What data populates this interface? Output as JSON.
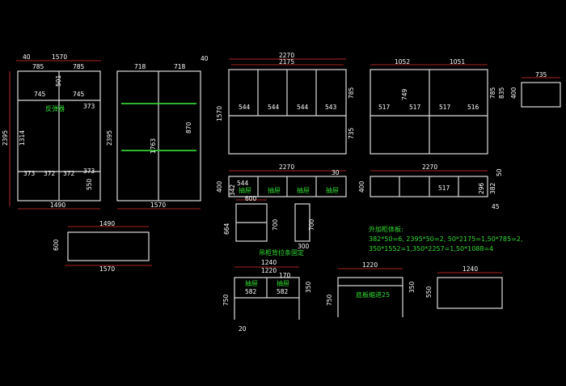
{
  "colors": {
    "background": "#000000",
    "outline": "#dcdcdc",
    "dimension_line": "#e03030",
    "annotation": "#33dd33",
    "text": "#ffffff"
  },
  "wardrobe_a": {
    "top_dims": [
      "40",
      "1570",
      "785",
      "785"
    ],
    "height": "2395",
    "inner": [
      "745",
      "501",
      "745",
      "373",
      "1314",
      "373",
      "372",
      "372",
      "373",
      "550"
    ],
    "label": "反弹器",
    "bottom": "1490"
  },
  "wardrobe_b": {
    "top_dims": [
      "718",
      "718",
      "40"
    ],
    "height": "2395",
    "inner": [
      "870",
      "1763"
    ],
    "bottom": "1570"
  },
  "upper_cabinet": {
    "top_dims": [
      "2270",
      "2175"
    ],
    "height": "1570",
    "right_dims": [
      "785",
      "735"
    ],
    "inner": [
      "544",
      "544",
      "544",
      "543"
    ]
  },
  "upper_cabinet_b": {
    "top_dims": [
      "1052",
      "1051"
    ],
    "right_dims": [
      "835",
      "785"
    ],
    "inner": [
      "517",
      "749",
      "517",
      "517",
      "516"
    ]
  },
  "small_box": {
    "top": "735",
    "right": "400"
  },
  "drawer_unit": {
    "top_dims": [
      "2270",
      "30"
    ],
    "left": [
      "400",
      "342",
      "544"
    ],
    "drawers": [
      "抽屉",
      "抽屉",
      "抽屉",
      "抽屉"
    ]
  },
  "drawer_unit_b": {
    "top": "2270",
    "left": "400",
    "inner": "517",
    "right": [
      "296",
      "382",
      "50",
      "45"
    ]
  },
  "side_views": {
    "a": [
      "600",
      "664",
      "700"
    ],
    "b": [
      "700",
      "300"
    ],
    "label": "吊柜背拉条固定"
  },
  "plan_view": {
    "top": "1490",
    "left": "600",
    "bottom": "1570"
  },
  "notes": {
    "title": "外加柜体板:",
    "line1": "382*50=6, 2395*50=2, 50*2175=1,50*785=2,",
    "line2": "350*1552=1,350*2257=1,50*1088=4"
  },
  "desk": {
    "top": [
      "1240",
      "1220"
    ],
    "top2": "170",
    "drawers": [
      "抽屉",
      "抽屉"
    ],
    "inner": [
      "582",
      "582"
    ],
    "left": "750",
    "right": "350",
    "bottom": "20"
  },
  "table": {
    "top": "1220",
    "left": "750",
    "right": "350",
    "label": "底板缩进25"
  },
  "table_plan": {
    "top": "1240",
    "left": "550"
  }
}
